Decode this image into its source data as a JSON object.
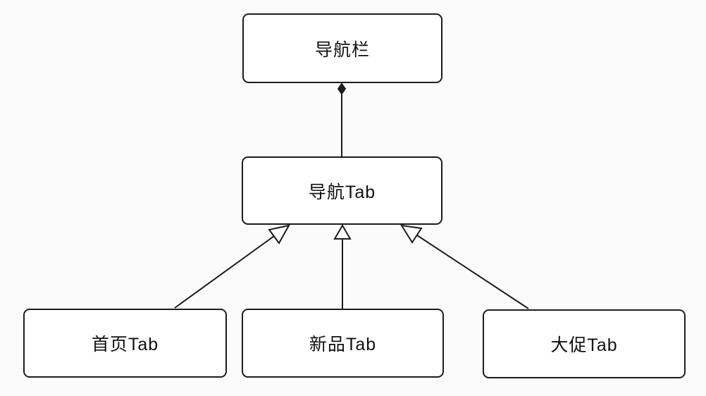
{
  "diagram": {
    "type": "uml-class-diagram",
    "colors": {
      "background": "#fbfbfb",
      "node_fill": "#ffffff",
      "line_color": "#1c1c1c",
      "text_color": "#111111"
    },
    "nodes": {
      "navbar": {
        "label": "导航栏"
      },
      "navtab": {
        "label": "导航Tab"
      },
      "home": {
        "label": "首页Tab"
      },
      "newitem": {
        "label": "新品Tab"
      },
      "promo": {
        "label": "大促Tab"
      }
    },
    "edges": [
      {
        "from": "导航Tab",
        "to": "导航栏",
        "relation": "composition"
      },
      {
        "from": "首页Tab",
        "to": "导航Tab",
        "relation": "generalization"
      },
      {
        "from": "新品Tab",
        "to": "导航Tab",
        "relation": "generalization"
      },
      {
        "from": "大促Tab",
        "to": "导航Tab",
        "relation": "generalization"
      }
    ]
  }
}
